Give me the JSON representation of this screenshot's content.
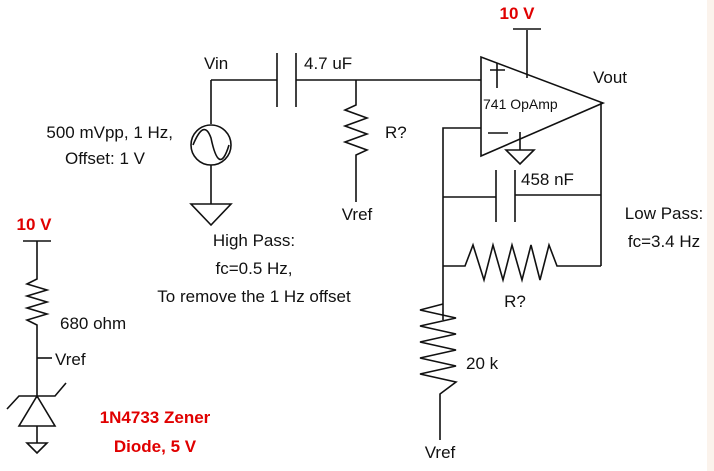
{
  "colors": {
    "wire": "#111111",
    "highlight": "#e00000",
    "background": "#ffffff"
  },
  "labels": {
    "supply_opamp": "10 V",
    "supply_zener": "10 V",
    "vin": "Vin",
    "vout": "Vout",
    "source_line1": "500 mVpp, 1 Hz,",
    "source_line2": "Offset: 1 V",
    "cap_input": "4.7 uF",
    "res_input": "R?",
    "vref_input": "Vref",
    "opamp": "741 OpAmp",
    "cap_feedback": "458 nF",
    "res_feedback": "R?",
    "res_ground": "20 k",
    "vref_ground": "Vref",
    "res_zener": "680 ohm",
    "vref_zener": "Vref",
    "zener_line1": "1N4733 Zener",
    "zener_line2": "Diode, 5 V",
    "highpass_line1": "High Pass:",
    "highpass_line2": "fc=0.5 Hz,",
    "highpass_line3": "To remove the 1 Hz offset",
    "lowpass_line1": "Low Pass:",
    "lowpass_line2": "fc=3.4 Hz",
    "opamp_plus": "+",
    "opamp_minus": "—"
  }
}
